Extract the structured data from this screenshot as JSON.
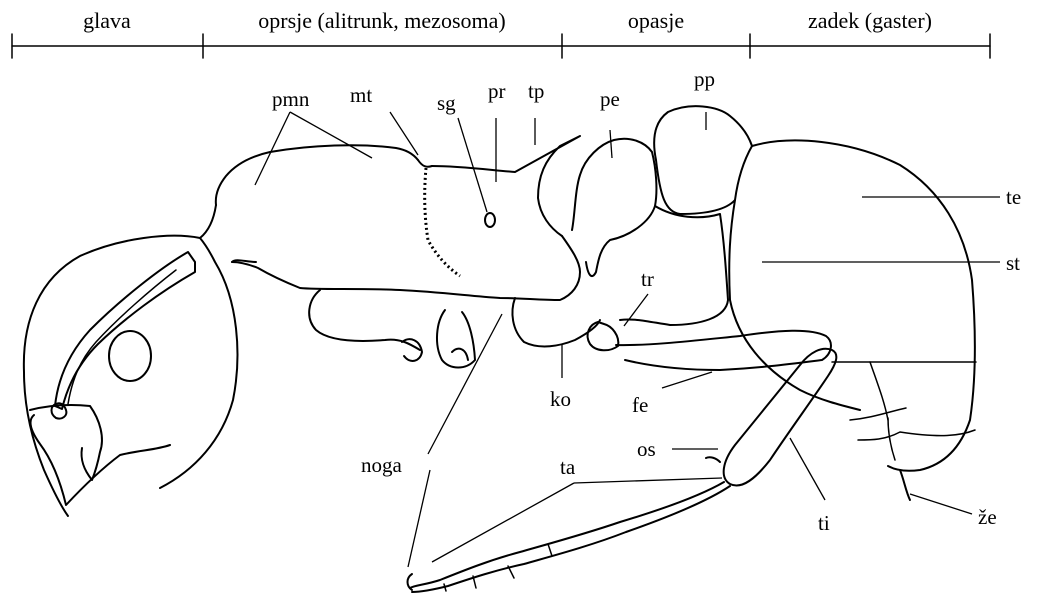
{
  "segments": {
    "head": "glava",
    "thorax": "oprsje (alitrunk, mezosoma)",
    "petiole": "opasje",
    "gaster": "zadek (gaster)"
  },
  "labels": {
    "pmn": "pmn",
    "mt": "mt",
    "sg": "sg",
    "pr": "pr",
    "tp": "tp",
    "pe": "pe",
    "pp": "pp",
    "te": "te",
    "st": "st",
    "tr": "tr",
    "ko": "ko",
    "fe": "fe",
    "os": "os",
    "noga": "noga",
    "ta": "ta",
    "ti": "ti",
    "ze": "že"
  }
}
